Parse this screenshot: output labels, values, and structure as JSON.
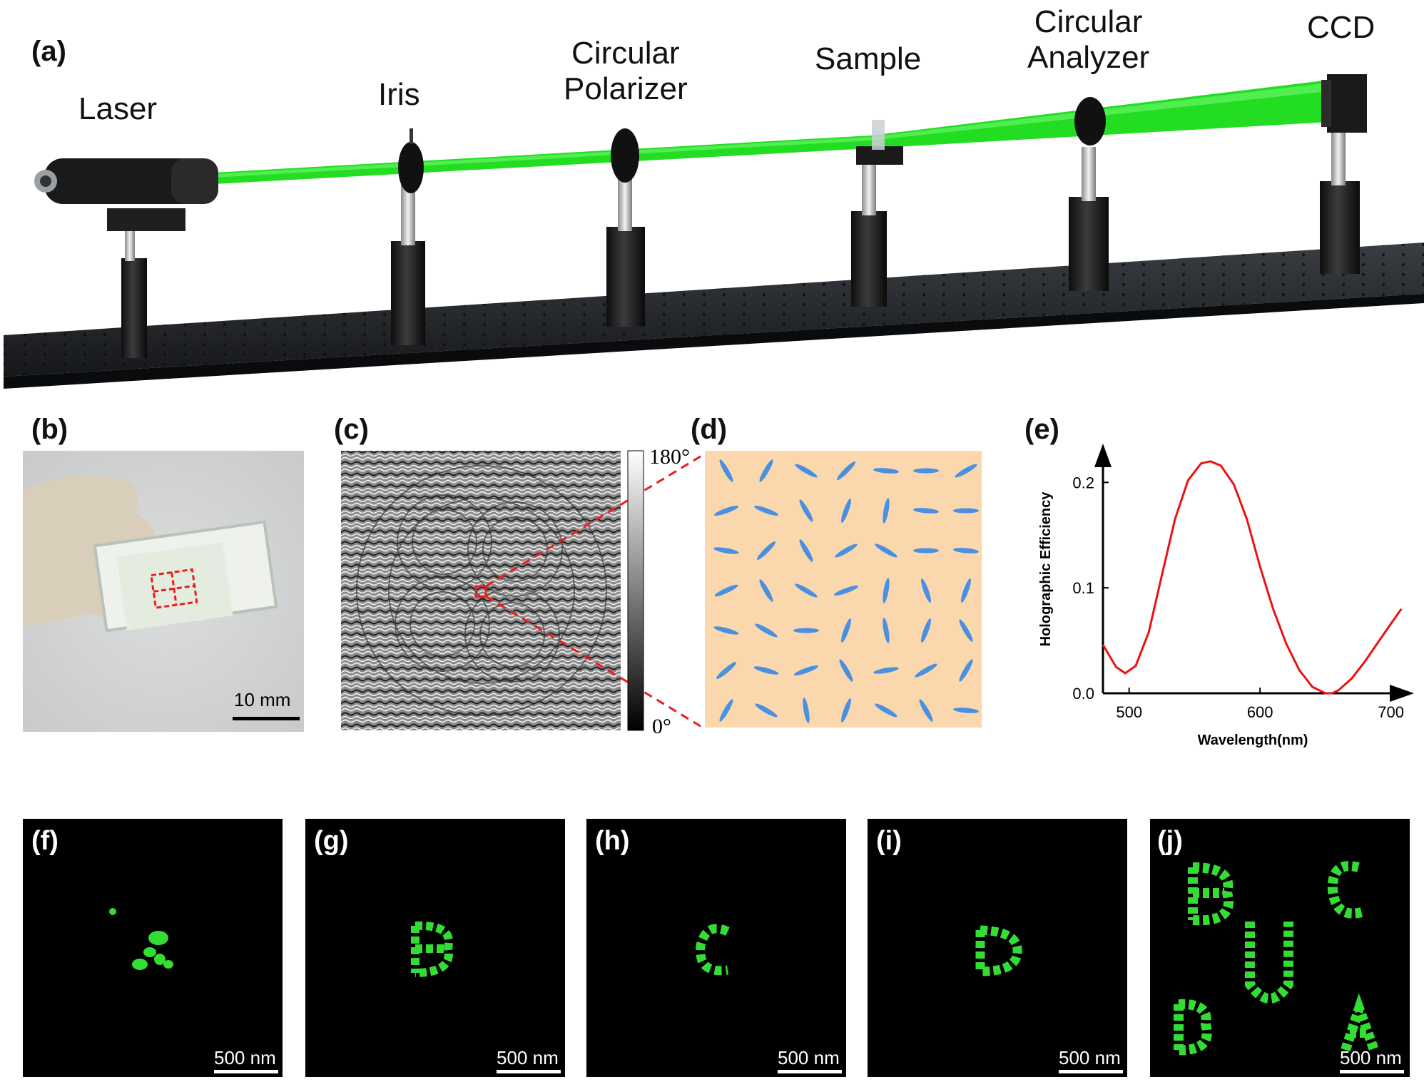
{
  "panel_labels": {
    "a": "(a)",
    "b": "(b)",
    "c": "(c)",
    "d": "(d)",
    "e": "(e)",
    "f": "(f)",
    "g": "(g)",
    "h": "(h)",
    "i": "(i)",
    "j": "(j)"
  },
  "setup_components": {
    "laser": "Laser",
    "iris": "Iris",
    "circular_polarizer_line1": "Circular",
    "circular_polarizer_line2": "Polarizer",
    "sample": "Sample",
    "circular_analyzer_line1": "Circular",
    "circular_analyzer_line2": "Analyzer",
    "ccd": "CCD"
  },
  "panel_b": {
    "scale_label": "10 mm"
  },
  "panel_c": {
    "colorbar_max": "180°",
    "colorbar_min": "0°"
  },
  "hologram_scale_label": "500 nm",
  "colors": {
    "beam": "#22dd22",
    "panel_d_bg": "#fad7ad",
    "molecule": "#4a90e0",
    "curve": "#ee1111",
    "hologram_green": "#33dd33"
  },
  "chart_data": {
    "type": "line",
    "title": "",
    "xlabel": "Wavelength(nm)",
    "ylabel": "Holographic Efficiency",
    "xlim": [
      480,
      710
    ],
    "ylim": [
      0,
      0.23
    ],
    "xticks": [
      "500",
      "600",
      "700"
    ],
    "yticks": [
      "0.0",
      "0.1",
      "0.2"
    ],
    "series": [
      {
        "x": [
          480,
          490,
          497,
          505,
          515,
          525,
          535,
          545,
          555,
          562,
          570,
          580,
          590,
          600,
          610,
          620,
          630,
          640,
          650,
          655,
          660,
          670,
          680,
          690,
          700,
          708
        ],
        "y": [
          0.046,
          0.025,
          0.019,
          0.026,
          0.058,
          0.112,
          0.165,
          0.202,
          0.218,
          0.22,
          0.216,
          0.198,
          0.165,
          0.12,
          0.08,
          0.047,
          0.022,
          0.006,
          0.0,
          0.0,
          0.003,
          0.014,
          0.03,
          0.048,
          0.066,
          0.08
        ]
      }
    ]
  }
}
